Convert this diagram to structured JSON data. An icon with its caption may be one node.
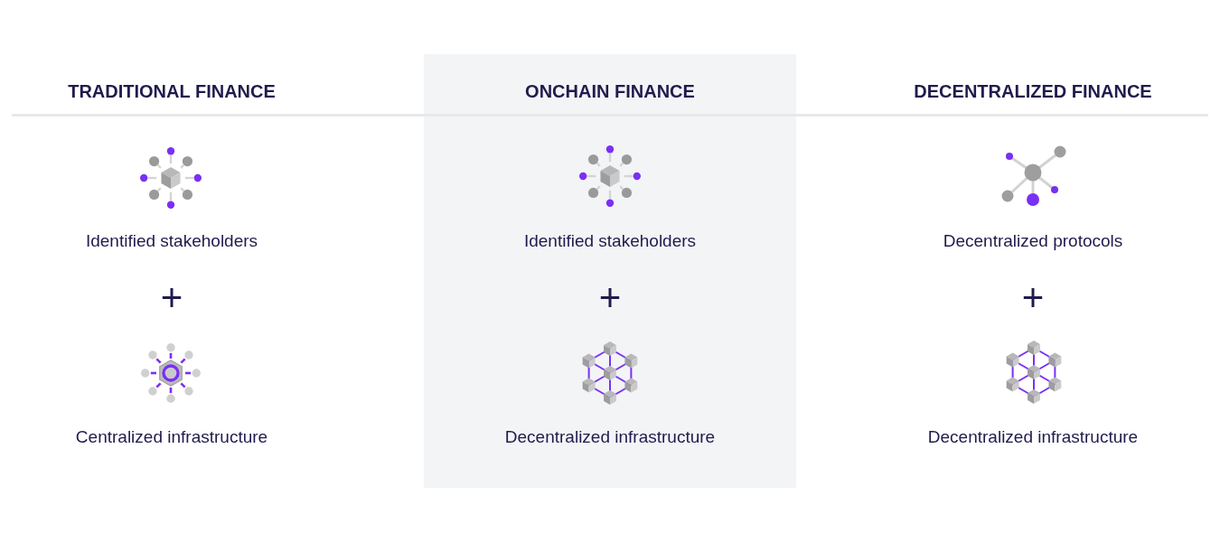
{
  "diagram": {
    "nodes": [
      {
        "text": [
          "ONCHAIN FINANCE",
          "Identified stakeholders",
          "+",
          "Decentralized infrastructure"
        ]
      }
    ],
    "labels": [
      "TRADITIONAL FINANCE",
      "DECENTRALIZED FINANCE",
      "Identified stakeholders",
      "Decentralized protocols",
      "+",
      "+",
      "Centralized infrastructure",
      "Decentralized infrastructure"
    ]
  }
}
